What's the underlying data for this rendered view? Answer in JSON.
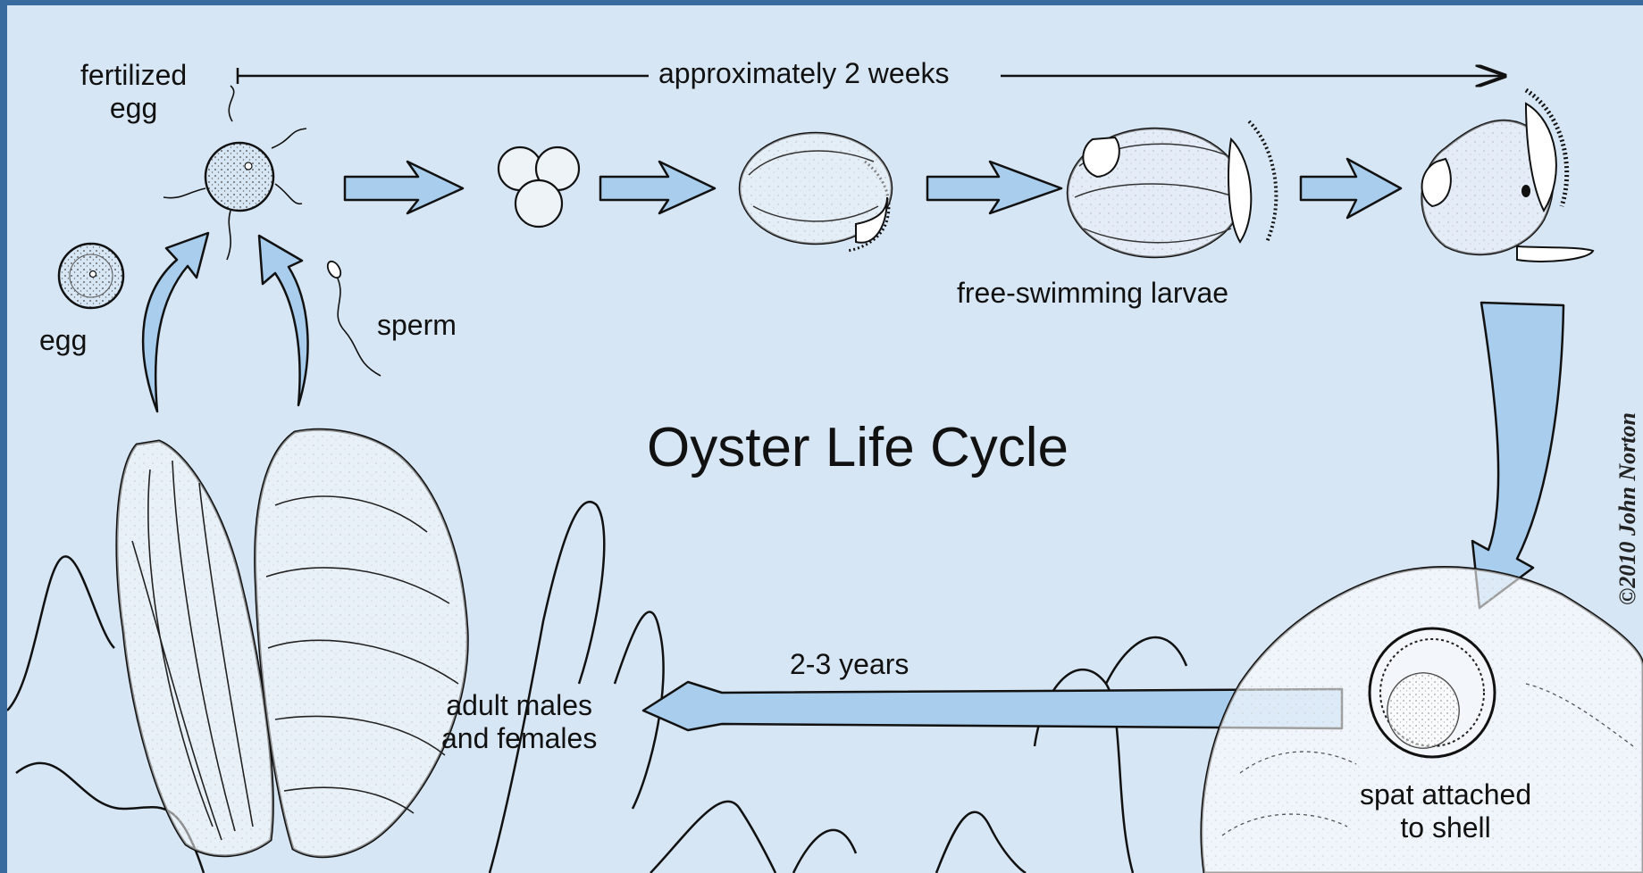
{
  "diagram": {
    "title": "Oyster Life Cycle",
    "labels": {
      "fertilized_egg": "fertilized\negg",
      "duration_weeks": "approximately 2 weeks",
      "egg": "egg",
      "sperm": "sperm",
      "free_swimming": "free-swimming larvae",
      "years": "2-3 years",
      "adults": "adult males\nand females",
      "spat": "spat attached\nto shell"
    },
    "credit": "©2010 John Norton"
  },
  "colors": {
    "background": "#d7e6f4",
    "frame": "#3a6b9e",
    "arrow_fill": "#a9cdec",
    "ink": "#111111"
  }
}
